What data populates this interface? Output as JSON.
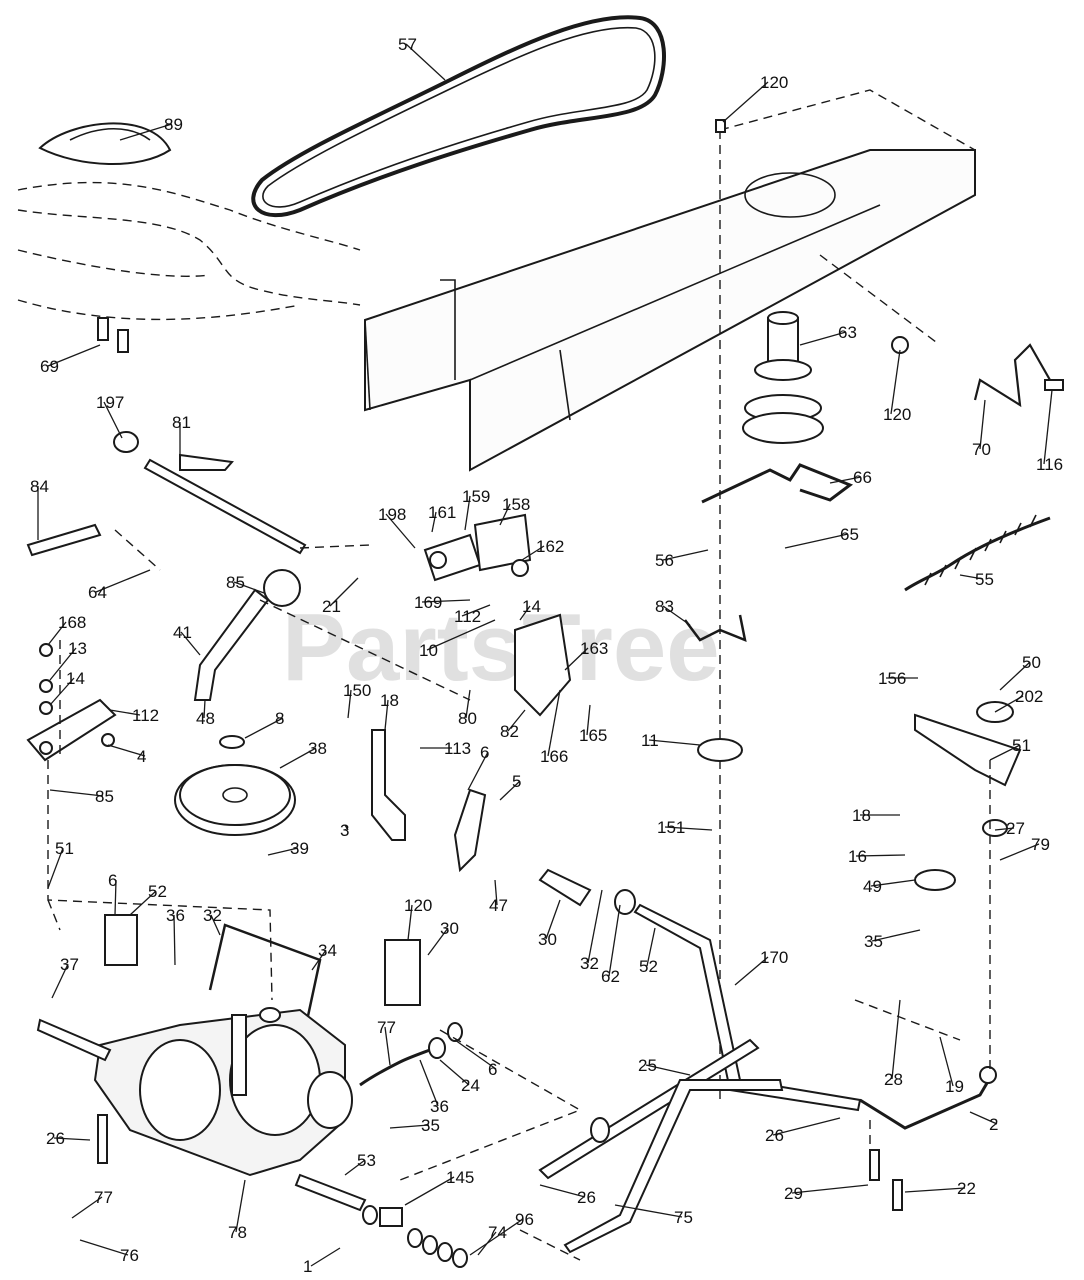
{
  "watermark": "PartsTree",
  "callouts": [
    "57",
    "120",
    "89",
    "63",
    "69",
    "120",
    "70",
    "116",
    "197",
    "81",
    "66",
    "84",
    "198",
    "161",
    "159",
    "158",
    "56",
    "65",
    "162",
    "55",
    "64",
    "85",
    "21",
    "169",
    "112",
    "14",
    "83",
    "41",
    "10",
    "163",
    "168",
    "13",
    "14",
    "112",
    "80",
    "82",
    "165",
    "166",
    "156",
    "50",
    "202",
    "150",
    "18",
    "113",
    "51",
    "48",
    "8",
    "4",
    "85",
    "11",
    "38",
    "3",
    "6",
    "5",
    "18",
    "27",
    "151",
    "39",
    "79",
    "51",
    "16",
    "49",
    "47",
    "6",
    "52",
    "30",
    "32",
    "62",
    "35",
    "36",
    "120",
    "32",
    "30",
    "170",
    "52",
    "37",
    "34",
    "77",
    "6",
    "25",
    "24",
    "28",
    "19",
    "36",
    "35",
    "26",
    "2",
    "26",
    "53",
    "145",
    "77",
    "74",
    "96",
    "78",
    "76",
    "1",
    "26",
    "75",
    "29",
    "22",
    "10",
    "27"
  ]
}
